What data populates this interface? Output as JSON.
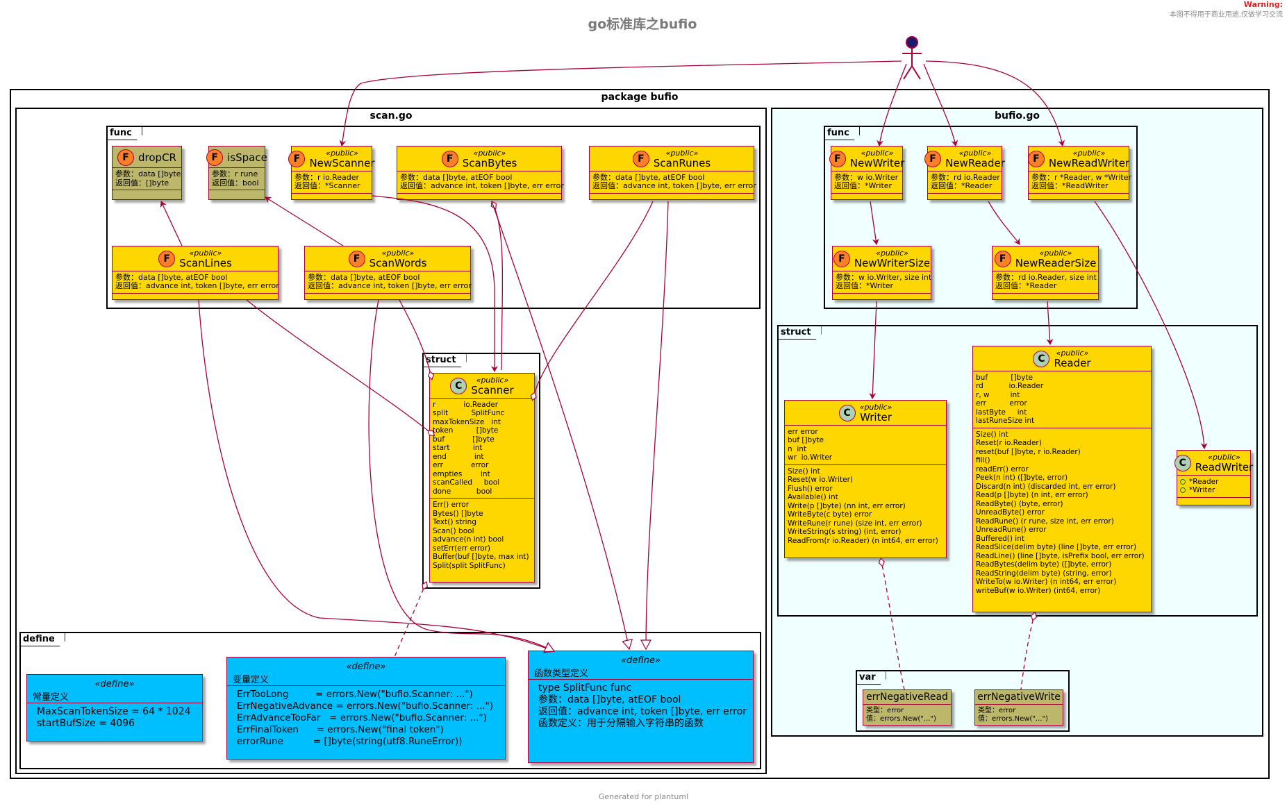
{
  "title": "go标准库之bufio",
  "warning": {
    "title": "Warning:",
    "text": "本图不得用于商业用途,仅做学习交流"
  },
  "footer": "Generated for plantuml",
  "colors": {
    "yellow": "#ffd700",
    "olive": "#bdb76b",
    "blue": "#00bfff",
    "border": "#a80036",
    "cyan_pkg": "#f0ffff"
  },
  "package": {
    "label": "package bufio"
  },
  "scan": {
    "label": "scan.go",
    "func_frame": "func",
    "struct_frame": "struct",
    "define_frame": "define",
    "funcs": {
      "dropCR": {
        "name": "dropCR",
        "stereo": "",
        "lines": "参数：data []byte\n返回值：[]byte"
      },
      "isSpace": {
        "name": "isSpace",
        "stereo": "",
        "lines": "参数：r rune\n返回值：bool"
      },
      "NewScanner": {
        "name": "NewScanner",
        "stereo": "«public»",
        "lines": "参数：r io.Reader\n返回值：*Scanner"
      },
      "ScanBytes": {
        "name": "ScanBytes",
        "stereo": "«public»",
        "lines": "参数：data []byte, atEOF bool\n返回值：advance int, token []byte, err error"
      },
      "ScanRunes": {
        "name": "ScanRunes",
        "stereo": "«public»",
        "lines": "参数：data []byte, atEOF bool\n返回值：advance int, token []byte, err error"
      },
      "ScanLines": {
        "name": "ScanLines",
        "stereo": "«public»",
        "lines": "参数：data []byte, atEOF bool\n返回值：advance int, token []byte, err error"
      },
      "ScanWords": {
        "name": "ScanWords",
        "stereo": "«public»",
        "lines": "参数：data []byte, atEOF bool\n返回值：advance int, token []byte, err error"
      }
    },
    "scanner": {
      "name": "Scanner",
      "stereo": "«public»",
      "fields": "r            io.Reader\nsplit          SplitFunc\nmaxTokenSize   int\ntoken          []byte\nbuf            []byte\nstart          int\nend            int\nerr            error\nempties        int\nscanCalled     bool\ndone           bool",
      "methods": "Err() error\nBytes() []byte\nText() string\nScan() bool\nadvance(n int) bool\nsetErr(err error)\nBuffer(buf []byte, max int)\nSplit(split SplitFunc)"
    },
    "defines": {
      "consts": {
        "stereo": "«define»",
        "sub": "常量定义",
        "body": "MaxScanTokenSize = 64 * 1024\nstartBufSize = 4096"
      },
      "vars": {
        "stereo": "«define»",
        "sub": "变量定义",
        "body": "ErrTooLong         = errors.New(\"bufio.Scanner: ...\")\nErrNegativeAdvance = errors.New(\"bufio.Scanner: ...\")\nErrAdvanceTooFar   = errors.New(\"bufio.Scanner: ...\")\nErrFinalToken      = errors.New(\"final token\")\nerrorRune          = []byte(string(utf8.RuneError))"
      },
      "types": {
        "stereo": "«define»",
        "sub": "函数类型定义",
        "body": "type SplitFunc func\n参数：data []byte, atEOF bool\n返回值：advance int, token []byte, err error\n函数定义：用于分隔输入字符串的函数"
      }
    }
  },
  "bufio": {
    "label": "bufio.go",
    "func_frame": "func",
    "struct_frame": "struct",
    "var_frame": "var",
    "funcs": {
      "NewWriter": {
        "name": "NewWriter",
        "stereo": "«public»",
        "lines": "参数：w io.Writer\n返回值：*Writer"
      },
      "NewReader": {
        "name": "NewReader",
        "stereo": "«public»",
        "lines": "参数：rd io.Reader\n返回值：*Reader"
      },
      "NewReadWriter": {
        "name": "NewReadWriter",
        "stereo": "«public»",
        "lines": "参数：r *Reader, w *Writer\n返回值：*ReadWriter"
      },
      "NewWriterSize": {
        "name": "NewWriterSize",
        "stereo": "«public»",
        "lines": "参数：w io.Writer, size int\n返回值：*Writer"
      },
      "NewReaderSize": {
        "name": "NewReaderSize",
        "stereo": "«public»",
        "lines": "参数：rd io.Reader, size int\n返回值：*Reader"
      }
    },
    "writer": {
      "name": "Writer",
      "stereo": "«public»",
      "fields": "err error\nbuf []byte\nn  int\nwr  io.Writer",
      "methods": "Size() int\nReset(w io.Writer)\nFlush() error\nAvailable() int\nWrite(p []byte) (nn int, err error)\nWriteByte(c byte) error\nWriteRune(r rune) (size int, err error)\nWriteString(s string) (int, error)\nReadFrom(r io.Reader) (n int64, err error)"
    },
    "reader": {
      "name": "Reader",
      "stereo": "«public»",
      "fields": "buf          []byte\nrd           io.Reader\nr, w         int\nerr          error\nlastByte     int\nlastRuneSize int",
      "methods": "Size() int\nReset(r io.Reader)\nreset(buf []byte, r io.Reader)\nfill()\nreadErr() error\nPeek(n int) ([]byte, error)\nDiscard(n int) (discarded int, err error)\nRead(p []byte) (n int, err error)\nReadByte() (byte, error)\nUnreadByte() error\nReadRune() (r rune, size int, err error)\nUnreadRune() error\nBuffered() int\nReadSlice(delim byte) (line []byte, err error)\nReadLine() (line []byte, isPrefix bool, err error)\nReadBytes(delim byte) ([]byte, error)\nReadString(delim byte) (string, error)\nWriteTo(w io.Writer) (n int64, err error)\nwriteBuf(w io.Writer) (int64, error)"
    },
    "readwriter": {
      "name": "ReadWriter",
      "stereo": "«public»",
      "fields": [
        "*Reader",
        "*Writer"
      ]
    },
    "vars": {
      "errNegativeRead": {
        "name": "errNegativeRead",
        "lines": "类型：error\n值：errors.New(\"...\")"
      },
      "errNegativeWrite": {
        "name": "errNegativeWrite",
        "lines": "类型：error\n值：errors.New(\"...\")"
      }
    }
  }
}
